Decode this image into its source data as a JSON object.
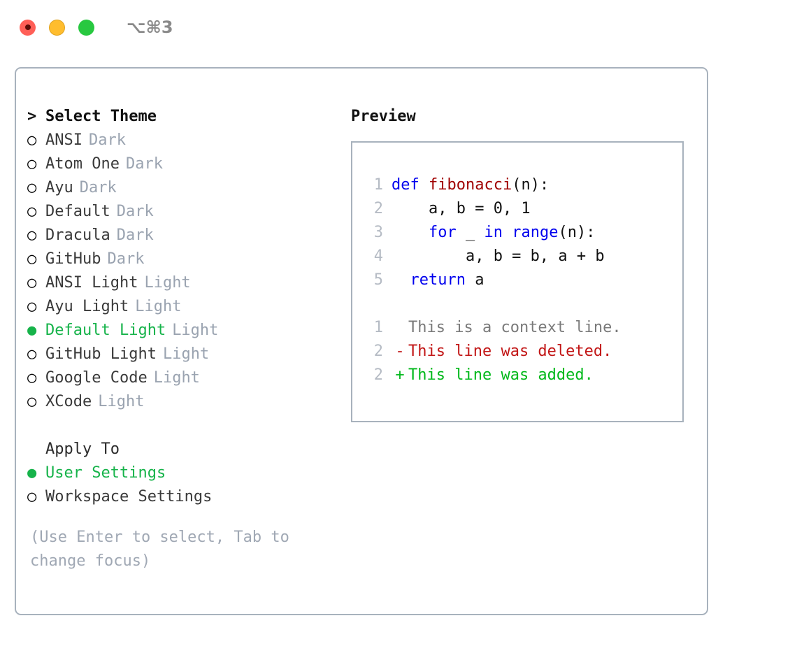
{
  "window": {
    "shortcut": "⌥⌘3",
    "traffic_lights": [
      {
        "name": "close",
        "color": "#ff5f57"
      },
      {
        "name": "minimize",
        "color": "#ffbd2e"
      },
      {
        "name": "maximize",
        "color": "#28c840"
      }
    ]
  },
  "theme_picker": {
    "header_prefix": ">",
    "header": "Select Theme",
    "bullet_unselected": "○",
    "bullet_selected": "●",
    "items": [
      {
        "name": "ANSI",
        "variant": "Dark",
        "selected": false
      },
      {
        "name": "Atom One",
        "variant": "Dark",
        "selected": false
      },
      {
        "name": "Ayu",
        "variant": "Dark",
        "selected": false
      },
      {
        "name": "Default",
        "variant": "Dark",
        "selected": false
      },
      {
        "name": "Dracula",
        "variant": "Dark",
        "selected": false
      },
      {
        "name": "GitHub",
        "variant": "Dark",
        "selected": false
      },
      {
        "name": "ANSI Light",
        "variant": "Light",
        "selected": false
      },
      {
        "name": "Ayu Light",
        "variant": "Light",
        "selected": false
      },
      {
        "name": "Default Light",
        "variant": "Light",
        "selected": true
      },
      {
        "name": "GitHub Light",
        "variant": "Light",
        "selected": false
      },
      {
        "name": "Google Code",
        "variant": "Light",
        "selected": false
      },
      {
        "name": "XCode",
        "variant": "Light",
        "selected": false
      }
    ]
  },
  "apply_to": {
    "header": "Apply To",
    "options": [
      {
        "label": "User Settings",
        "selected": true
      },
      {
        "label": "Workspace Settings",
        "selected": false
      }
    ]
  },
  "hint": "(Use Enter to select, Tab to change focus)",
  "preview": {
    "title": "Preview",
    "code": [
      {
        "lineno": "1",
        "tokens": [
          {
            "t": "def",
            "c": "kw"
          },
          {
            "t": " ",
            "c": "plain"
          },
          {
            "t": "fibonacci",
            "c": "fn"
          },
          {
            "t": "(n):",
            "c": "plain"
          }
        ]
      },
      {
        "lineno": "2",
        "tokens": [
          {
            "t": "    a, b = 0, 1",
            "c": "plain"
          }
        ]
      },
      {
        "lineno": "3",
        "tokens": [
          {
            "t": "    ",
            "c": "plain"
          },
          {
            "t": "for",
            "c": "kw"
          },
          {
            "t": " _ ",
            "c": "plain"
          },
          {
            "t": "in",
            "c": "kw"
          },
          {
            "t": " ",
            "c": "plain"
          },
          {
            "t": "range",
            "c": "kw"
          },
          {
            "t": "(n):",
            "c": "plain"
          }
        ]
      },
      {
        "lineno": "4",
        "tokens": [
          {
            "t": "        a, b = b, a + b",
            "c": "plain"
          }
        ]
      },
      {
        "lineno": "5",
        "tokens": [
          {
            "t": "  ",
            "c": "plain"
          },
          {
            "t": "return",
            "c": "kw"
          },
          {
            "t": " a",
            "c": "plain"
          }
        ]
      }
    ],
    "diff": [
      {
        "lineno": "1",
        "marker": " ",
        "text": "This is a context line.",
        "kind": "ctx"
      },
      {
        "lineno": "2",
        "marker": "-",
        "text": "This line was deleted.",
        "kind": "del"
      },
      {
        "lineno": "2",
        "marker": "+",
        "text": "This line was added.",
        "kind": "add"
      }
    ]
  },
  "colors": {
    "accent_green": "#16b34a",
    "border": "#a8b2bd",
    "muted": "#9aa3b0",
    "keyword_blue": "#0000ee",
    "function_red": "#a00000",
    "diff_add": "#00b81a",
    "diff_del": "#c21616"
  }
}
